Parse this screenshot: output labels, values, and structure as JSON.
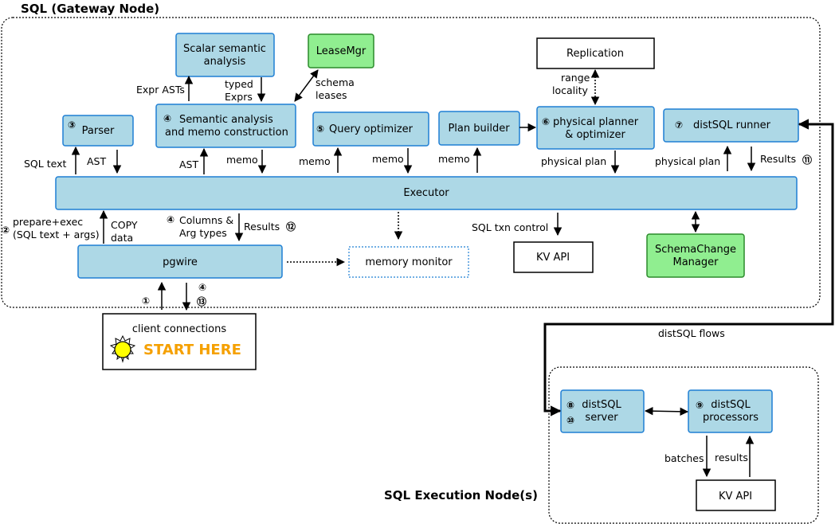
{
  "colors": {
    "component_fill": "#add8e6",
    "component_stroke": "#1f7fd4",
    "green_fill": "#90ee90",
    "green_stroke": "#2a8a2a",
    "start_text": "#f5a000",
    "sun_fill": "#ffff00"
  },
  "gateway": {
    "title": "SQL (Gateway Node)"
  },
  "exec_nodes": {
    "title": "SQL Execution Node(s)"
  },
  "nodes": {
    "scalar": [
      "Scalar semantic",
      "analysis"
    ],
    "leasemgr": "LeaseMgr",
    "replication": "Replication",
    "parser": "Parser",
    "parser_num": "③",
    "semantic": [
      "Semantic analysis",
      "and memo construction"
    ],
    "semantic_num": "④",
    "query_opt": "Query optimizer",
    "query_opt_num": "⑤",
    "plan_builder": "Plan builder",
    "phys_planner": [
      "physical planner",
      "& optimizer"
    ],
    "phys_planner_num": "⑥",
    "distsql_runner": "distSQL runner",
    "distsql_runner_num": "⑦",
    "executor": "Executor",
    "pgwire": "pgwire",
    "memory_monitor": "memory monitor",
    "kv_api": "KV API",
    "schema_change": [
      "SchemaChange",
      "Manager"
    ],
    "client_connections": "client connections",
    "start_here": "START HERE",
    "distsql_server": [
      "distSQL",
      "server"
    ],
    "distsql_server_nums": [
      "⑧",
      "⑩"
    ],
    "distsql_processors": [
      "distSQL",
      "processors"
    ],
    "distsql_processors_num": "⑨",
    "kv_api_exec": "KV API"
  },
  "labels": {
    "expr_asts": "Expr ASTs",
    "typed_exprs": [
      "typed",
      "Exprs"
    ],
    "schema_leases": [
      "schema",
      "leases"
    ],
    "range_locality": [
      "range",
      "locality"
    ],
    "sql_text": "SQL text",
    "ast_1": "AST",
    "ast_2": "AST",
    "memo_1": "memo",
    "memo_2": "memo",
    "memo_3": "memo",
    "memo_4": "memo",
    "physical_plan_1": "physical plan",
    "physical_plan_2": "physical plan",
    "results_11": "Results",
    "num_11": "⑪",
    "prepare_exec": [
      "prepare+exec",
      "(SQL text + args)"
    ],
    "num_2": "②",
    "copy_data": [
      "COPY",
      "data"
    ],
    "columns_arg": [
      "Columns &",
      "Arg types"
    ],
    "num_4_cols": "④",
    "results_12": "Results",
    "num_12": "⑫",
    "sql_txn_control": "SQL txn control",
    "num_1": "①",
    "num_4_bottom": "④",
    "num_13": "⑬",
    "distsql_flows": "distSQL flows",
    "batches": "batches",
    "results_exec": "results"
  }
}
